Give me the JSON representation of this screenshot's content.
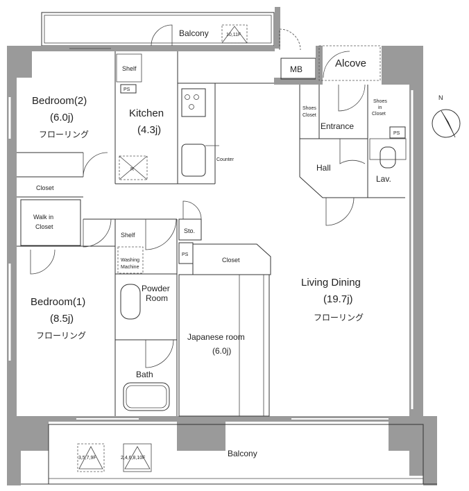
{
  "plan": {
    "rooms": {
      "balcony_top": "Balcony",
      "mb": "MB",
      "alcove": "Alcove",
      "bedroom2_name": "Bedroom(2)",
      "bedroom2_size": "(6.0j)",
      "bedroom2_floor": "フローリング",
      "kitchen_name": "Kitchen",
      "kitchen_size": "(4.3j)",
      "counter": "Counter",
      "shelf_kitchen": "Shelf",
      "ps_kitchen": "PS",
      "r_mark": "R",
      "shoes_closet_left_1": "Shoes",
      "shoes_closet_left_2": "Closet",
      "shoes_in_closet_1": "Shoes",
      "shoes_in_closet_2": "in",
      "shoes_in_closet_3": "Closet",
      "entrance": "Entrance",
      "ps_entrance": "PS",
      "hall": "Hall",
      "lav": "Lav.",
      "closet_bed2": "Closet",
      "walk_in_1": "Walk in",
      "walk_in_2": "Closet",
      "shelf_2": "Shelf",
      "sto": "Sto.",
      "ps_mid": "PS",
      "closet_japanese": "Closet",
      "washing_1": "Washing",
      "washing_2": "Machine",
      "powder_1": "Powder",
      "powder_2": "Room",
      "bedroom1_name": "Bedroom(1)",
      "bedroom1_size": "(8.5j)",
      "bedroom1_floor": "フローリング",
      "living_name": "Living Dining",
      "living_size": "(19.7j)",
      "living_floor": "フローリング",
      "japanese_name": "Japanese room",
      "japanese_size": "(6.0j)",
      "bath": "Bath",
      "balcony_bottom": "Balcony",
      "floor_top": "10,11F",
      "floor_bl1": "3,5,7,9F",
      "floor_bl2": "2,4,6,8,10F",
      "north": "N"
    }
  }
}
